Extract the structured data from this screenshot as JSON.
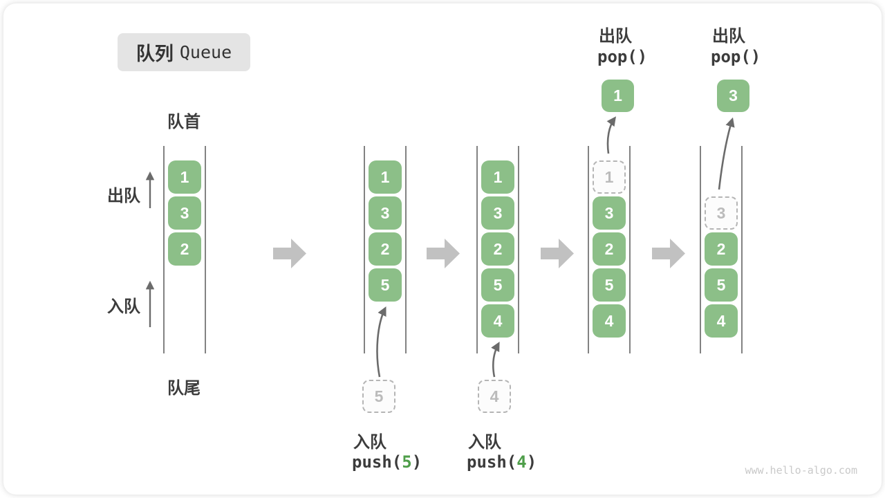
{
  "title": {
    "zh": "队列",
    "en": "Queue"
  },
  "side_labels": {
    "front": "队首",
    "rear": "队尾",
    "dequeue": "出队",
    "enqueue": "入队"
  },
  "queues": [
    {
      "cells": [
        "1",
        "3",
        "2"
      ]
    },
    {
      "cells": [
        "1",
        "3",
        "2",
        "5"
      ],
      "ghost": "5"
    },
    {
      "cells": [
        "1",
        "3",
        "2",
        "5",
        "4"
      ],
      "ghost": "4"
    },
    {
      "cells": [
        "3",
        "2",
        "5",
        "4"
      ],
      "ghost": "1",
      "popped": "1"
    },
    {
      "cells": [
        "2",
        "5",
        "4"
      ],
      "ghost": "3",
      "popped": "3"
    }
  ],
  "operations": {
    "push1": {
      "name": "入队",
      "fn": "push(",
      "arg": "5",
      "close": ")"
    },
    "push2": {
      "name": "入队",
      "fn": "push(",
      "arg": "4",
      "close": ")"
    },
    "pop1": {
      "name": "出队",
      "code": "pop()"
    },
    "pop2": {
      "name": "出队",
      "code": "pop()"
    }
  },
  "watermark": "www.hello-algo.com",
  "colors": {
    "cell_green": "#8cbf88",
    "accent_green": "#4f9e4a",
    "block_arrow_gray": "#c1c1c1",
    "line_gray": "#4d4d4d",
    "text_dark": "#3c3c3c"
  }
}
